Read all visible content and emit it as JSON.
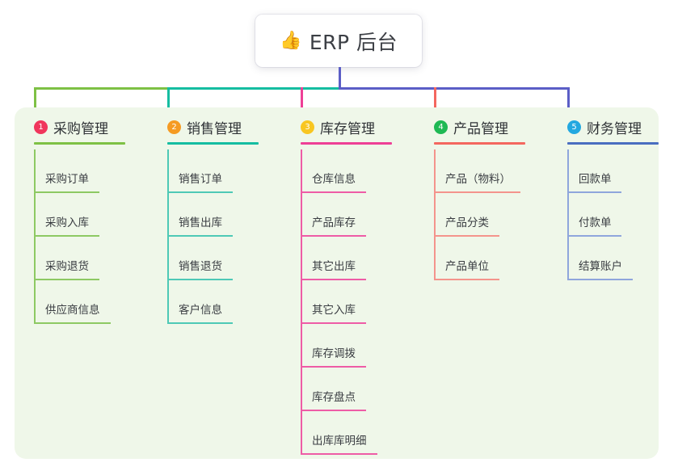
{
  "root": {
    "emoji": "👍",
    "emoji_name": "thumbs-up-emoji",
    "title": "ERP 后台"
  },
  "theme": {
    "panel_bg": "#eff7e9",
    "page_bg": "#ffffff",
    "text": "#2f3236",
    "leaf_text": "#3a3d42"
  },
  "bus": {
    "trunk_color": "#5b5ec6",
    "segments": [
      {
        "name": "bus-segment-green",
        "color": "#7ec145"
      },
      {
        "name": "bus-segment-teal",
        "color": "#15bda1"
      },
      {
        "name": "bus-segment-indigo",
        "color": "#5b5ec6"
      }
    ]
  },
  "columns": [
    {
      "index": "1",
      "title": "采购管理",
      "badge_color": "#f0365c",
      "rule_color": "#7ec145",
      "drop_color": "#7ec145",
      "leaf_color": "#8dc963",
      "rule_width": 113,
      "leaves": [
        {
          "label": "采购订单",
          "rule_width": 81
        },
        {
          "label": "采购入库",
          "rule_width": 81
        },
        {
          "label": "采购退货",
          "rule_width": 81
        },
        {
          "label": "供应商信息",
          "rule_width": 95
        }
      ]
    },
    {
      "index": "2",
      "title": "销售管理",
      "badge_color": "#f59b23",
      "rule_color": "#15bda1",
      "drop_color": "#15bda1",
      "leaf_color": "#4ec9b6",
      "rule_width": 113,
      "leaves": [
        {
          "label": "销售订单",
          "rule_width": 81
        },
        {
          "label": "销售出库",
          "rule_width": 81
        },
        {
          "label": "销售退货",
          "rule_width": 81
        },
        {
          "label": "客户信息",
          "rule_width": 81
        }
      ]
    },
    {
      "index": "3",
      "title": "库存管理",
      "badge_color": "#f8c621",
      "rule_color": "#ee3f96",
      "drop_color": "#ee3f96",
      "leaf_color": "#ee5ca6",
      "rule_width": 113,
      "leaves": [
        {
          "label": "仓库信息",
          "rule_width": 81
        },
        {
          "label": "产品库存",
          "rule_width": 81
        },
        {
          "label": "其它出库",
          "rule_width": 81
        },
        {
          "label": "其它入库",
          "rule_width": 81
        },
        {
          "label": "库存调拨",
          "rule_width": 81
        },
        {
          "label": "库存盘点",
          "rule_width": 81
        },
        {
          "label": "出库库明细",
          "rule_width": 95
        }
      ]
    },
    {
      "index": "4",
      "title": "产品管理",
      "badge_color": "#1fb954",
      "rule_color": "#f4675f",
      "drop_color": "#f4675f",
      "leaf_color": "#f4948c",
      "rule_width": 113,
      "leaves": [
        {
          "label": "产品（物料）",
          "rule_width": 107
        },
        {
          "label": "产品分类",
          "rule_width": 81
        },
        {
          "label": "产品单位",
          "rule_width": 81
        }
      ]
    },
    {
      "index": "5",
      "title": "财务管理",
      "badge_color": "#23a8e0",
      "rule_color": "#4a6ec0",
      "drop_color": "#5b5ec6",
      "leaf_color": "#8fa6dc",
      "rule_width": 113,
      "leaves": [
        {
          "label": "回款单",
          "rule_width": 67
        },
        {
          "label": "付款单",
          "rule_width": 67
        },
        {
          "label": "结算账户",
          "rule_width": 81
        }
      ]
    }
  ]
}
